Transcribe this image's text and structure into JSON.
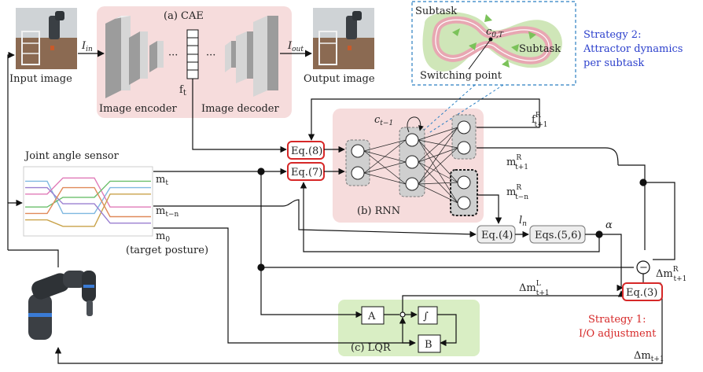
{
  "cae": {
    "title": "(a) CAE",
    "input_caption": "Input image",
    "output_caption": "Output image",
    "in_label": "I",
    "in_sub": "in",
    "out_label": "I",
    "out_sub": "out",
    "encoder_label": "Image encoder",
    "decoder_label": "Image decoder",
    "feature_label": "f",
    "feature_sub": "t",
    "dots": "···"
  },
  "sensor": {
    "title": "Joint angle sensor",
    "m_t": "m",
    "m_t_sub": "t",
    "m_tn": "m",
    "m_tn_sub": "t−n",
    "m_0": "m",
    "m_0_sub": "0",
    "target": "(target posture)",
    "line_colors": [
      "#7fb8e0",
      "#e07bb8",
      "#6bbf6b",
      "#c9a34a",
      "#9a7fd0",
      "#e08a5a"
    ]
  },
  "rnn": {
    "title": "(b) RNN",
    "eq8": "Eq.(8)",
    "eq7": "Eq.(7)",
    "eq4": "Eq.(4)",
    "eq56": "Eqs.(5,6)",
    "c_label": "c",
    "c_sub": "t−1",
    "f_out": "f",
    "f_out_sup": "R",
    "f_out_sub": "t+1",
    "m_out": "m",
    "m_out_sup": "R",
    "m_out_sub": "t+1",
    "m_back": "m",
    "m_back_sup": "R",
    "m_back_sub": "t−n",
    "l_label": "l",
    "l_sub": "n",
    "alpha": "α"
  },
  "strategy2": {
    "subtask_a": "Subtask",
    "subtask_b": "Subtask",
    "center": "c",
    "center_sub": "0,T",
    "switching": "Switching point",
    "title_lines": [
      "Strategy 2:",
      "Attractor dynamics",
      "per subtask"
    ]
  },
  "lqr": {
    "title": "(c) LQR",
    "a": "A",
    "b": "B",
    "integral": "∫"
  },
  "control": {
    "eq3": "Eq.(3)",
    "dm_l": "Δm",
    "dm_l_sup": "L",
    "dm_l_sub": "t+1",
    "dm_r": "Δm",
    "dm_r_sup": "R",
    "dm_r_sub": "t+1",
    "dm": "Δm",
    "dm_sub": "t+1",
    "minus": "−",
    "strategy1_lines": [
      "Strategy 1:",
      "I/O adjustment"
    ]
  },
  "colors": {
    "pink_panel": "#f6dcdc",
    "green_panel": "#d9eec4",
    "red_accent": "#d62828",
    "blue_accent": "#2b3fcc",
    "node_fill": "#d9d9d9"
  }
}
